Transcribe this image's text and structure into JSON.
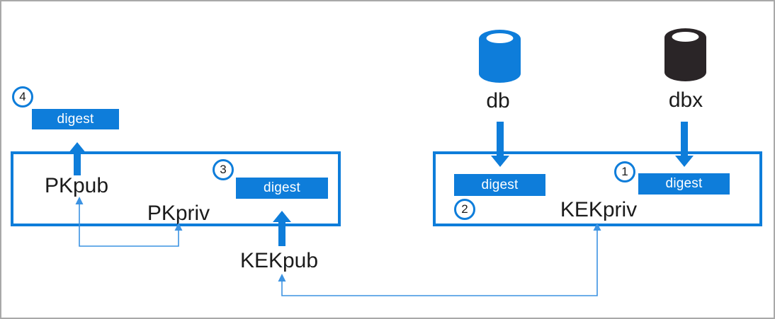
{
  "colors": {
    "accent": "#0e7dda",
    "dark": "#2a2527",
    "line": "#3c93e2",
    "text": "#1b1b1b",
    "frame": "#a9a9a9"
  },
  "labels": {
    "digest": "digest",
    "pkpub": "PKpub",
    "pkpriv": "PKpriv",
    "kekpub": "KEKpub",
    "kekpriv": "KEKpriv",
    "db": "db",
    "dbx": "dbx"
  },
  "badges": {
    "b1": "1",
    "b2": "2",
    "b3": "3",
    "b4": "4"
  }
}
